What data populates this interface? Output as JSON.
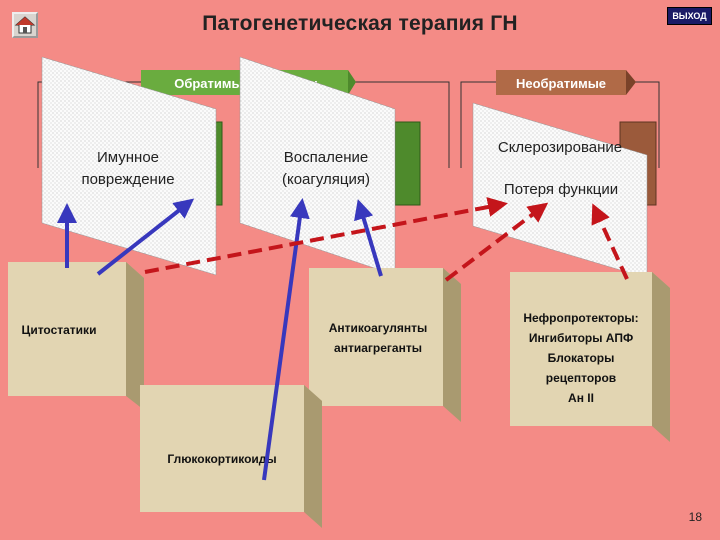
{
  "title": "Патогенетическая терапия ГН",
  "exit_label": "ВЫХОД",
  "page_number": "18",
  "groups": {
    "reversible": "Обратимые процессы",
    "irreversible": "Необратимые"
  },
  "processes": {
    "immune": [
      "Имунное",
      "повреждение"
    ],
    "inflammation": [
      "Воспаление",
      "(коагуляция)"
    ],
    "sclerosis": "Склерозирование",
    "function_loss": "Потеря функции"
  },
  "drugs": {
    "cytostatics": "Цитостатики",
    "anticoagulants": [
      "Антикоагулянты",
      "антиагреганты"
    ],
    "glucocorticoids": "Глюкокортикоиды",
    "nephroprotectors": [
      "Нефропротекторы:",
      "Ингибиторы АПФ",
      "Блокаторы",
      "рецепторов",
      "Ан II"
    ]
  },
  "colors": {
    "background": "#f48b86",
    "green_panel": "#4e8a2c",
    "brown_panel": "#9b5a3b",
    "blue_arrow": "#3838bd",
    "red_dashed_arrow": "#c4151b",
    "box_face": "#e2d5b2"
  },
  "icons": {
    "home": "home-icon"
  }
}
